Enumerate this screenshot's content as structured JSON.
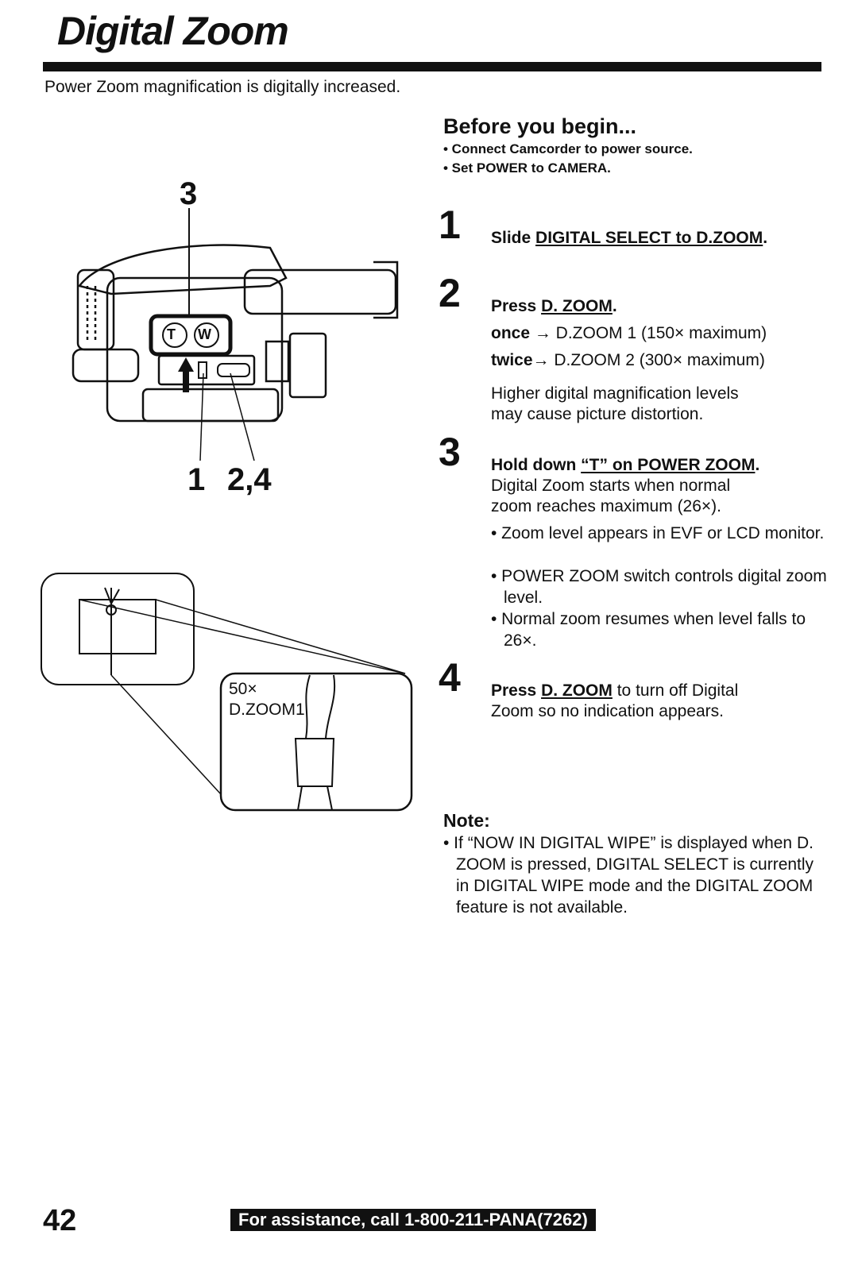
{
  "title": "Digital Zoom",
  "intro": "Power Zoom magnification is digitally increased.",
  "before_you_begin": {
    "heading": "Before you begin...",
    "items": [
      "• Connect Camcorder to power source.",
      "• Set POWER to CAMERA."
    ]
  },
  "steps": [
    {
      "num": "1",
      "prefix": "Slide ",
      "emph": "DIGITAL SELECT to D.ZOOM",
      "suffix": "."
    },
    {
      "num": "2",
      "prefix": "Press ",
      "emph": "D. ZOOM",
      "suffix": ".",
      "once_label": "once",
      "once_text": " → D.ZOOM 1 (150× maximum)",
      "twice_label": "twice",
      "twice_text": "→ D.ZOOM 2 (300× maximum)",
      "note_line1": "Higher digital magnification levels",
      "note_line2": "may cause picture distortion."
    },
    {
      "num": "3",
      "prefix": "Hold down ",
      "emph": "“T” on POWER ZOOM",
      "suffix": ".",
      "line1": "Digital Zoom starts when normal",
      "line2": "zoom reaches maximum (26×).",
      "bullets": [
        "• Zoom level appears in EVF or LCD monitor.",
        "• POWER ZOOM switch controls digital zoom level.",
        "• Normal zoom resumes when level falls to 26×."
      ]
    },
    {
      "num": "4",
      "prefix": "Press ",
      "emph": "D. ZOOM",
      "suffix": " to turn off Digital",
      "line2": "Zoom so no indication appears."
    }
  ],
  "note": {
    "heading": "Note:",
    "text": "• If “NOW IN DIGITAL WIPE” is displayed when D. ZOOM is pressed, DIGITAL SELECT is currently in DIGITAL WIPE mode and the DIGITAL ZOOM feature is not available."
  },
  "illustration": {
    "callout_top": "3",
    "callout_left": "1",
    "callout_right": "2,4",
    "button_t": "T",
    "button_w": "W",
    "overlay_zoom": "50×",
    "overlay_mode": "D.ZOOM1"
  },
  "footer": {
    "page_number": "42",
    "assistance": "For assistance, call 1-800-211-PANA(7262)"
  }
}
